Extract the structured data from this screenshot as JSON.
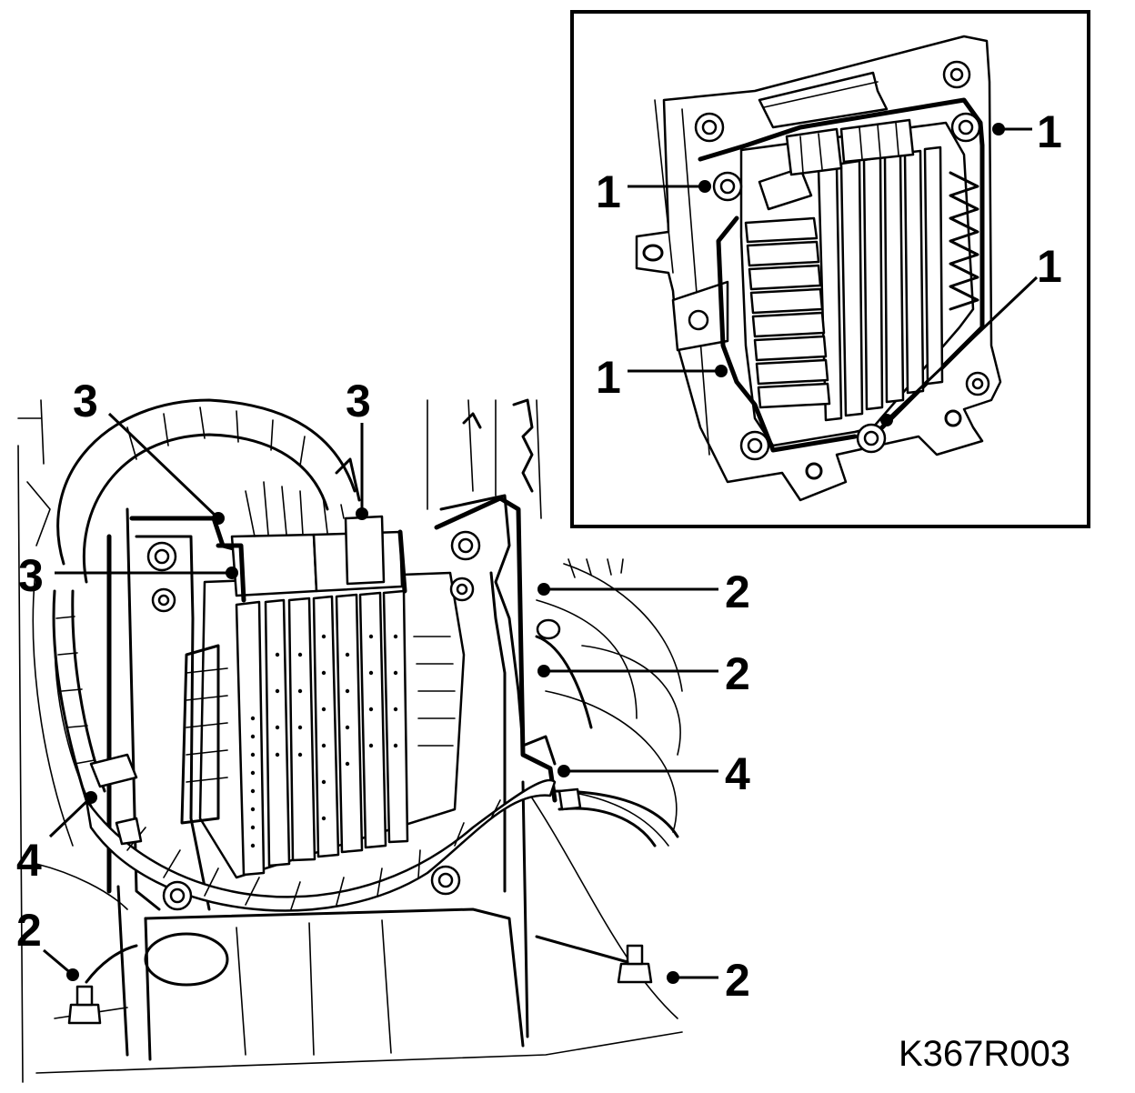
{
  "figure_code": "K367R003",
  "callouts": {
    "inset_1_right": "1",
    "inset_1_upper_left": "1",
    "inset_1_right_lower": "1",
    "inset_1_lower_left": "1",
    "main_3_upper_left": "3",
    "main_3_top_center": "3",
    "main_3_left": "3",
    "main_2_upper_right": "2",
    "main_2_right": "2",
    "main_4_right": "4",
    "main_4_left": "4",
    "main_2_lower_left": "2",
    "main_2_lower_right": "2"
  },
  "colors": {
    "line": "#000000",
    "background": "#ffffff"
  }
}
